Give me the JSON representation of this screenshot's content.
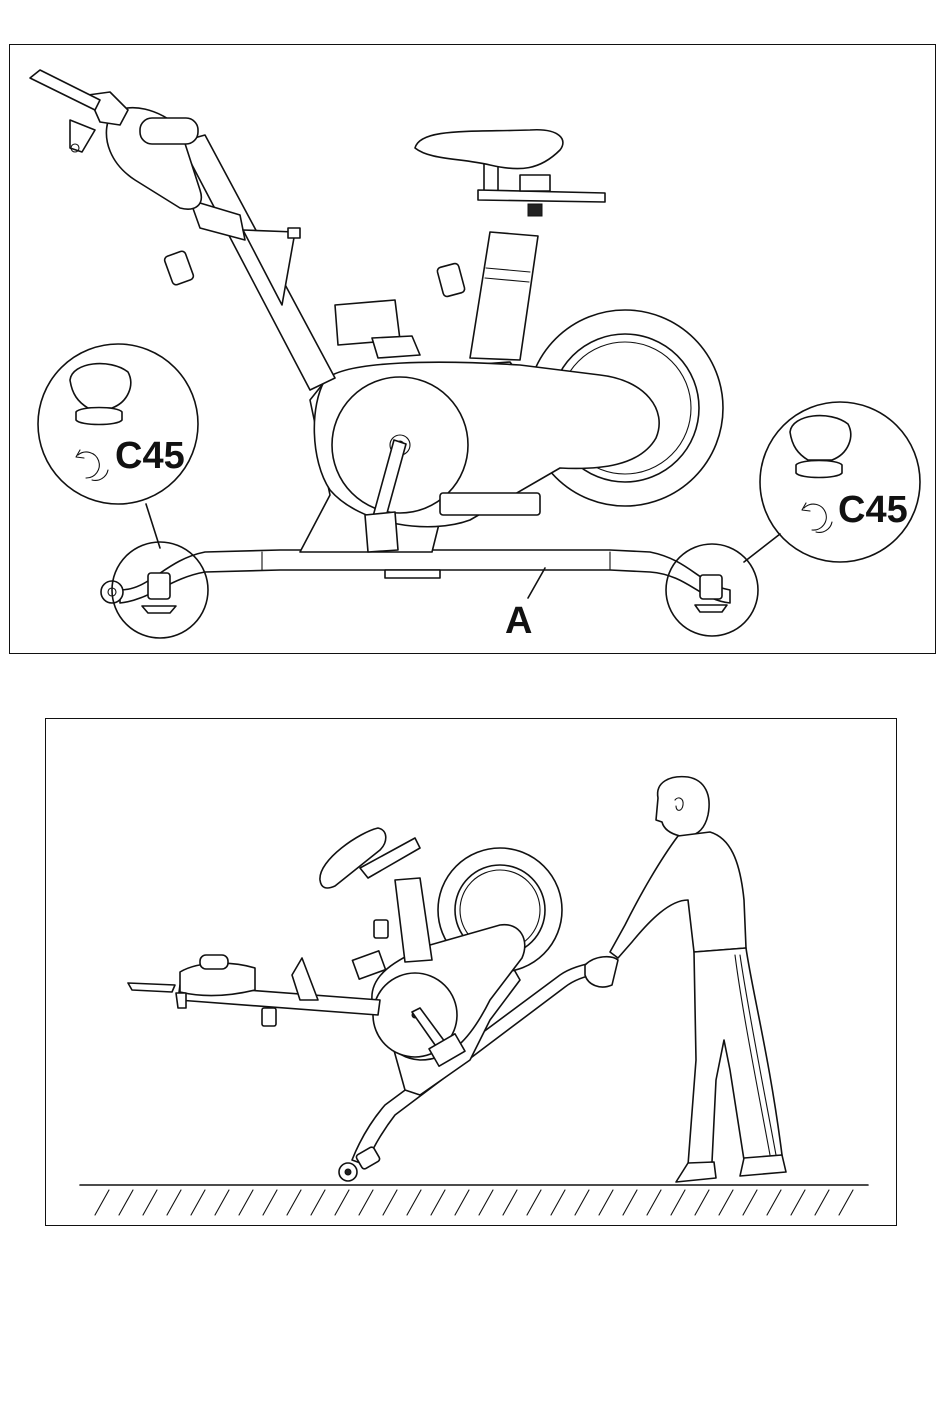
{
  "figure_top": {
    "callout_left": "C45",
    "callout_right": "C45",
    "frame_label": "A",
    "icons": [
      "rotate-icon",
      "rotate-icon"
    ]
  },
  "figure_bottom": {
    "scene": "person-tilting-bike-on-wheels"
  }
}
